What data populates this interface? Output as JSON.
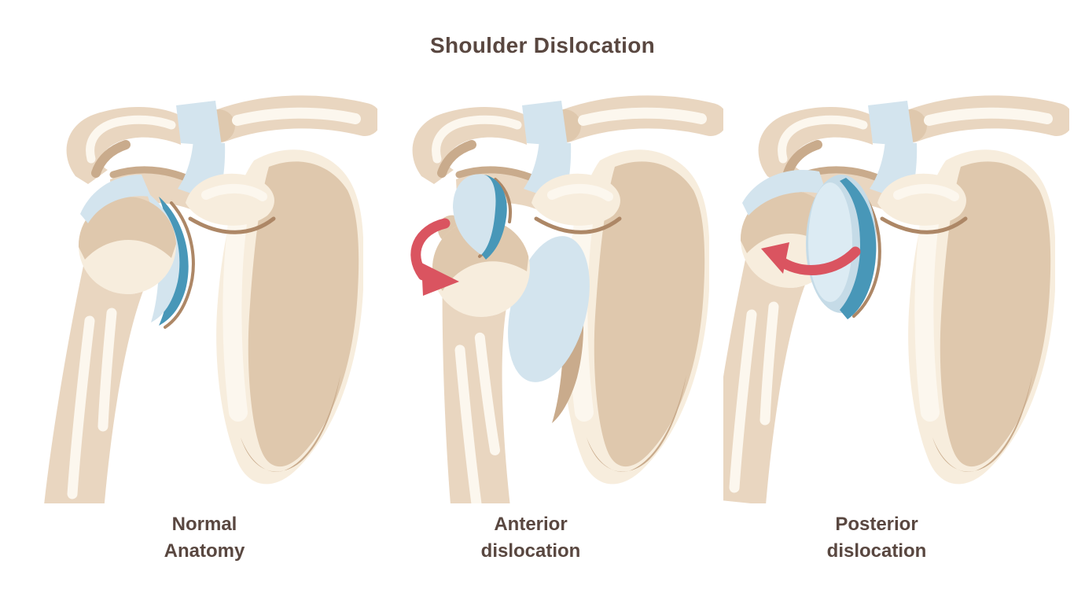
{
  "title": "Shoulder Dislocation",
  "panels": [
    {
      "name": "normal-anatomy",
      "label_line1": "Normal",
      "label_line2": "Anatomy",
      "arrow_icon": "none"
    },
    {
      "name": "anterior-dislocation",
      "label_line1": "Anterior",
      "label_line2": "dislocation",
      "arrow_icon": "curved-arrow-rotating-down-forward"
    },
    {
      "name": "posterior-dislocation",
      "label_line1": "Posterior",
      "label_line2": "dislocation",
      "arrow_icon": "curved-arrow-pointing-back-left"
    }
  ],
  "palette": {
    "background": "#ffffff",
    "text_brown": "#594740",
    "bone_cream": "#f7eddd",
    "bone_white": "#fcf7ee",
    "bone_tan": "#e9d6c0",
    "bone_tan_dark": "#dfc8ad",
    "bone_shadow": "#c9ab8c",
    "outline_brown": "#ad8766",
    "cartilage_light": "#d3e4ee",
    "cartilage_lighter": "#dcebf3",
    "cartilage_mid": "#c5dbe7",
    "cartilage_dark": "#4897b8",
    "arrow_red": "#da5460"
  }
}
